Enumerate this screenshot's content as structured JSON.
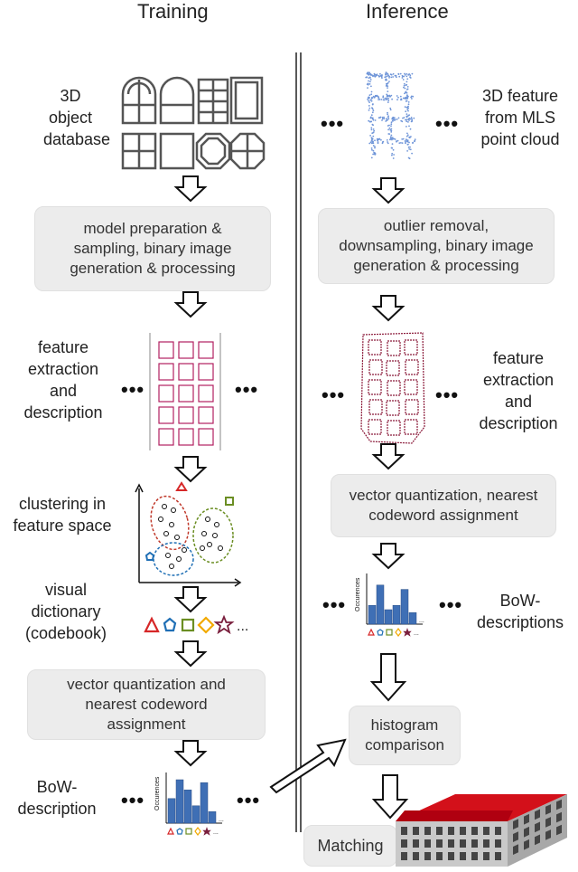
{
  "headers": {
    "training": "Training",
    "inference": "Inference"
  },
  "training": {
    "db_label": [
      "3D",
      "object",
      "database"
    ],
    "prep_box": [
      "model preparation &",
      "sampling, binary image",
      "generation & processing"
    ],
    "feat_label": [
      "feature",
      "extraction",
      "and",
      "description"
    ],
    "cluster_label": [
      "clustering in",
      "feature space"
    ],
    "dict_label": [
      "visual",
      "dictionary",
      "(codebook)"
    ],
    "vq_box": [
      "vector quantization and",
      "nearest codeword",
      "assignment"
    ],
    "bow_label": [
      "BoW-",
      "description"
    ],
    "ylabel": "Occurences"
  },
  "inference": {
    "feature_label": [
      "3D feature",
      "from MLS",
      "point cloud"
    ],
    "prep_box": [
      "outlier removal,",
      "downsampling, binary image",
      "generation & processing"
    ],
    "feat_label": [
      "feature",
      "extraction",
      "and",
      "description"
    ],
    "vq_box": [
      "vector quantization, nearest",
      "codeword assignment"
    ],
    "bow_label": [
      "BoW-",
      "descriptions"
    ],
    "hist_box": [
      "histogram",
      "comparison"
    ],
    "matching": "Matching",
    "ylabel": "Occurences"
  },
  "ellipsis": "•••",
  "small_ellipsis": "...",
  "colors": {
    "bar": "#3f6fb5",
    "triangle": "#d62728",
    "pentagon": "#1f6fb5",
    "square": "#6b8e23",
    "diamond": "#f2a900",
    "star": "#7a1f3d",
    "roof": "#d3101a"
  },
  "train_hist": [
    3.4,
    6.0,
    4.6,
    2.4,
    5.6,
    1.6
  ],
  "inf_hist": [
    2.6,
    5.4,
    2.0,
    2.6,
    4.8,
    1.6
  ]
}
